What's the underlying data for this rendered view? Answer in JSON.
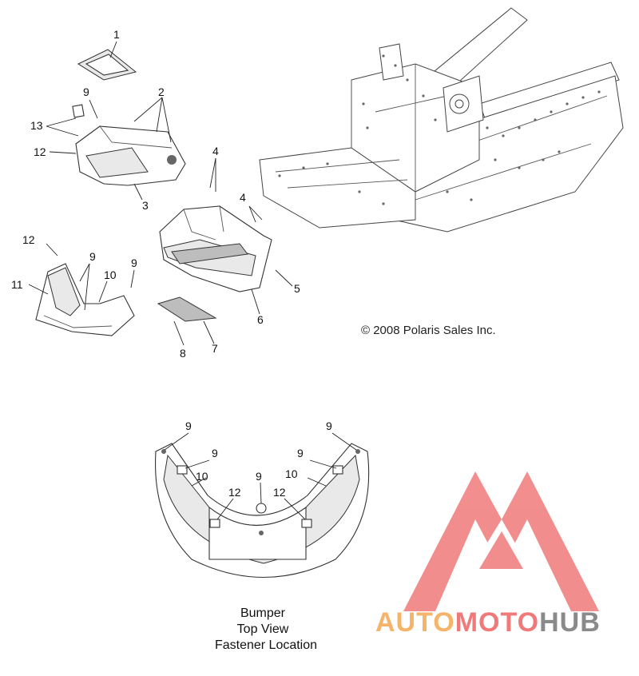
{
  "callouts": {
    "c1": "1",
    "c2": "2",
    "c3": "3",
    "c4a": "4",
    "c4b": "4",
    "c5": "5",
    "c6": "6",
    "c7": "7",
    "c8": "8",
    "c9a": "9",
    "c9b": "9",
    "c9c": "9",
    "c10": "10",
    "c11": "11",
    "c12a": "12",
    "c12b": "12",
    "c13": "13"
  },
  "bumper_callouts": {
    "b9_left_top": "9",
    "b9_right_top": "9",
    "b9_left_mid": "9",
    "b9_right_mid": "9",
    "b9_center": "9",
    "b10_left": "10",
    "b10_right": "10",
    "b12_left": "12",
    "b12_right": "12"
  },
  "copyright": "© 2008 Polaris Sales Inc.",
  "caption": {
    "line1": "Bumper",
    "line2": "Top View",
    "line3": "Fastener Location"
  },
  "watermark": {
    "part1": "AUTO",
    "part2": "MOTO",
    "part3": "HUB",
    "color_orange": "#f6b36a",
    "color_red": "#f07a7a",
    "color_gray": "#8a8a8a"
  }
}
